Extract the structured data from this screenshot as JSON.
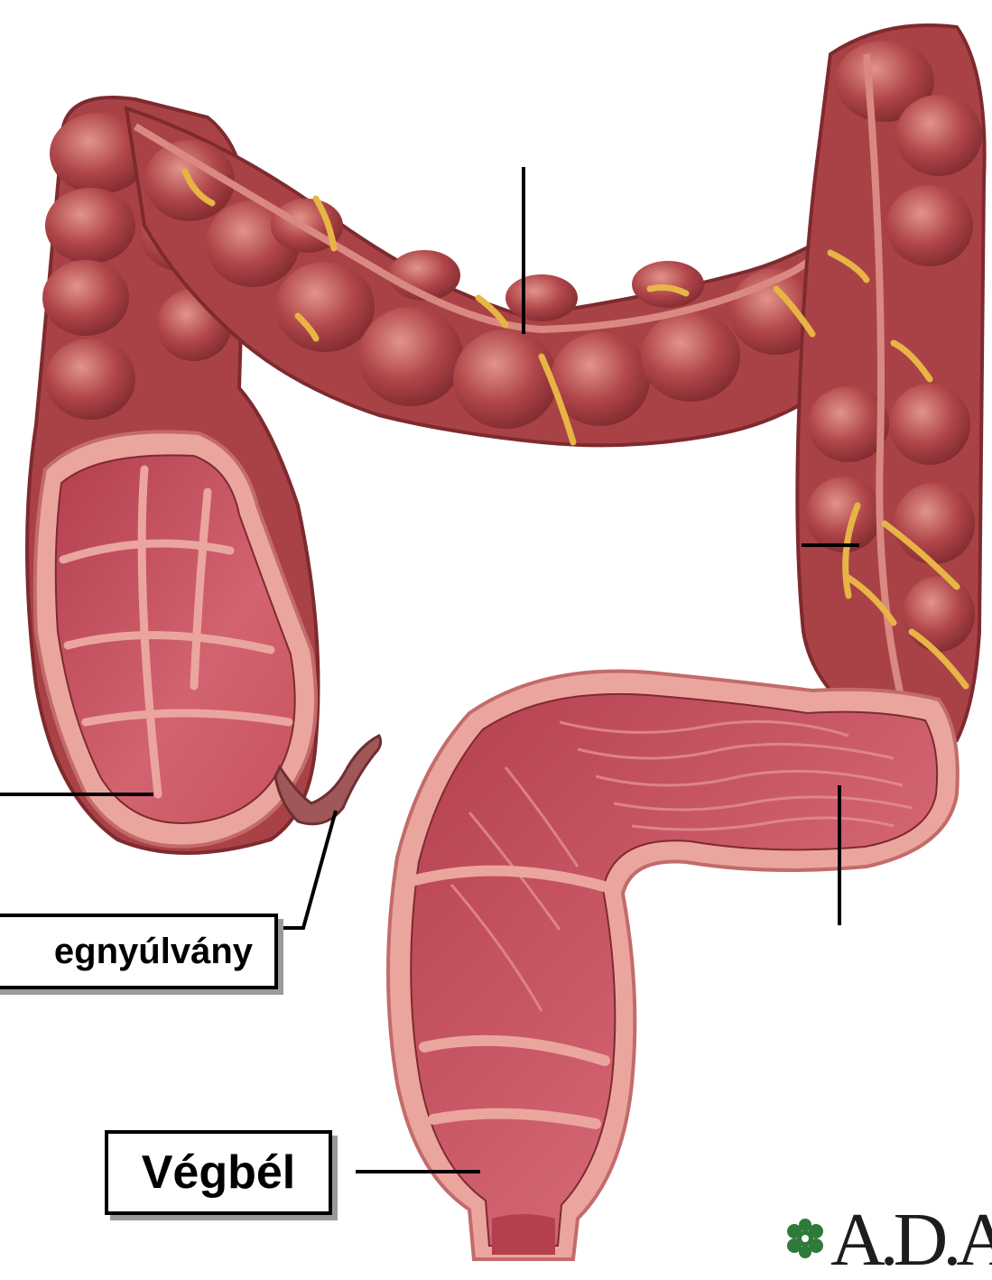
{
  "labels": {
    "appendix": "egnyúlvány",
    "rectum": "Végbél"
  },
  "logo": {
    "text": "A.D.A"
  },
  "colors": {
    "tissue": "#b0464a",
    "tissue_dark": "#7e2a2f",
    "tissue_light": "#d77a72",
    "lumen": "#c5505e",
    "lumen_light": "#e58f94",
    "wall_rim": "#eba59f",
    "vessel": "#e7b446",
    "leader": "#000000",
    "logo_green": "#2f7a3a"
  }
}
